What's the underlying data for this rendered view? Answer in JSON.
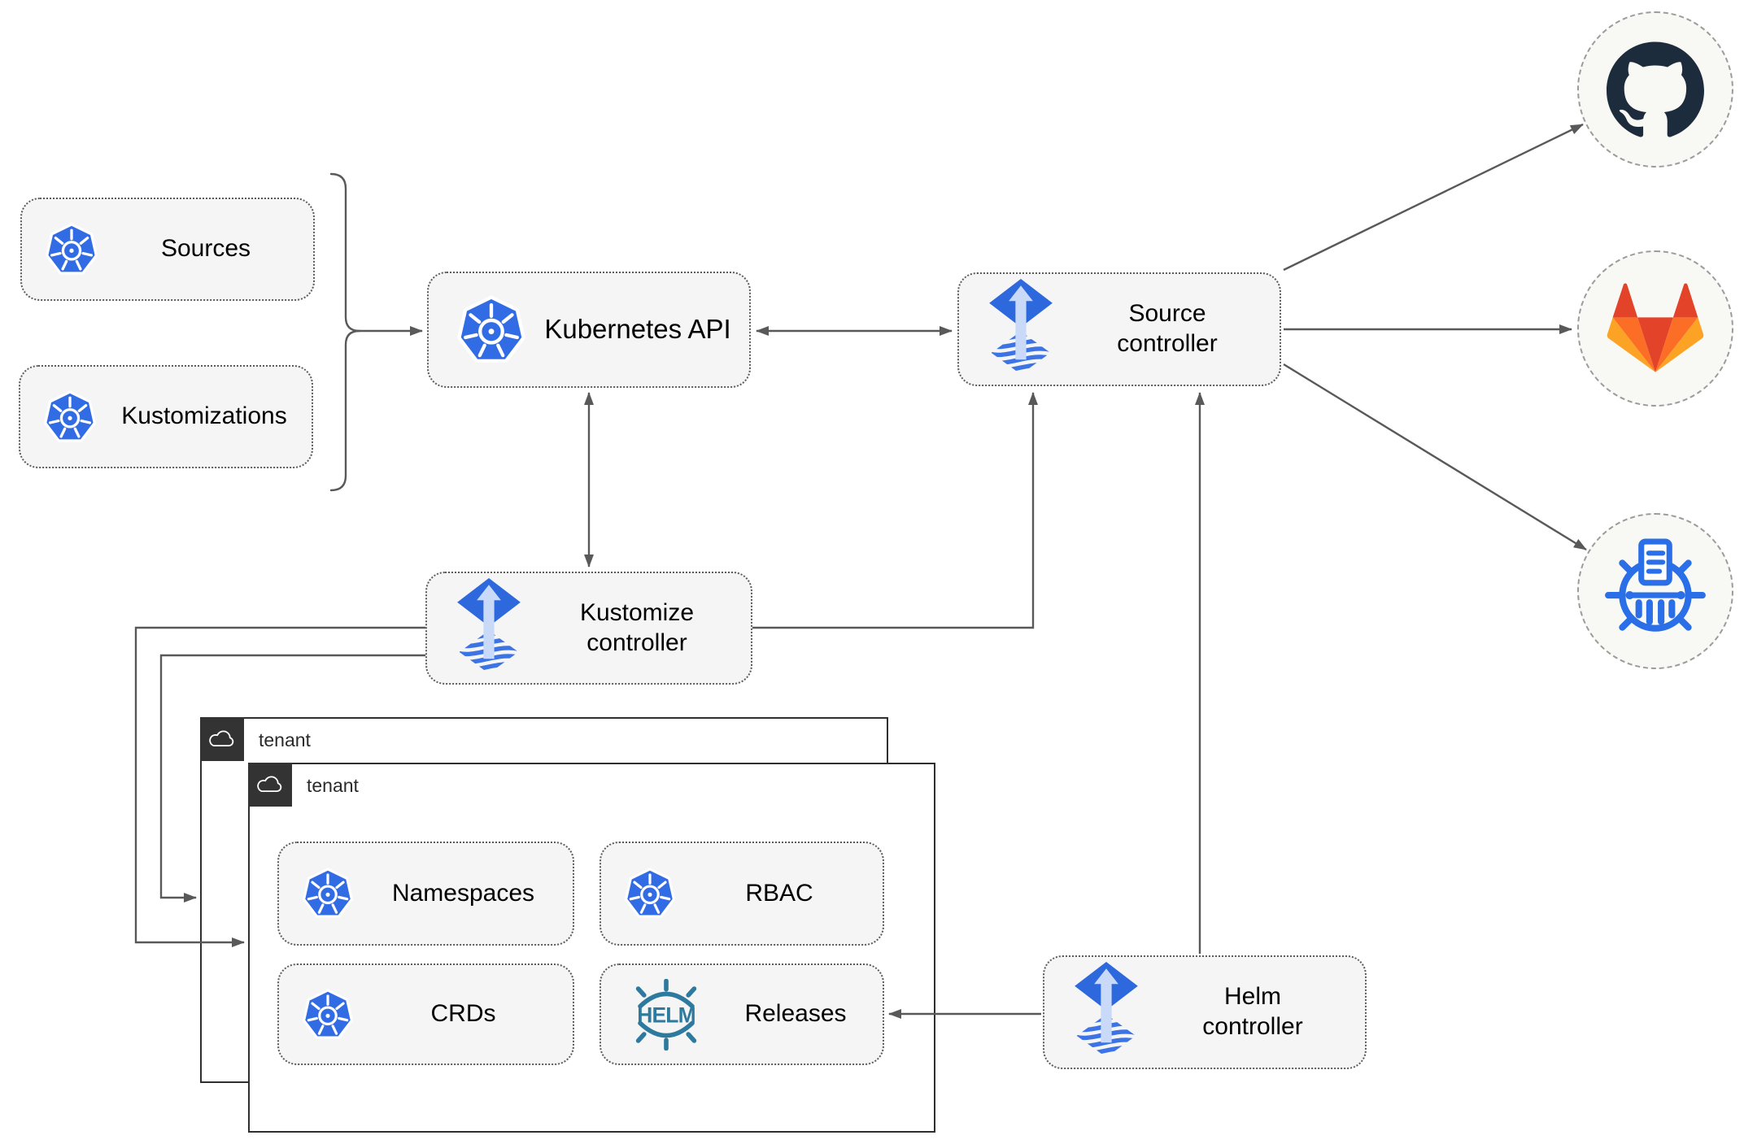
{
  "nodes": {
    "sources": {
      "label": "Sources",
      "icon": "kubernetes-icon"
    },
    "kustomizations": {
      "label": "Kustomizations",
      "icon": "kubernetes-icon"
    },
    "kubernetes_api": {
      "label": "Kubernetes API",
      "icon": "kubernetes-icon"
    },
    "source_controller": {
      "label": "Source controller",
      "icon": "flux-icon"
    },
    "kustomize_controller": {
      "label": "Kustomize controller",
      "icon": "flux-icon"
    },
    "helm_controller": {
      "label": "Helm controller",
      "icon": "flux-icon"
    },
    "namespaces": {
      "label": "Namespaces",
      "icon": "kubernetes-icon"
    },
    "rbac": {
      "label": "RBAC",
      "icon": "kubernetes-icon"
    },
    "crds": {
      "label": "CRDs",
      "icon": "kubernetes-icon"
    },
    "releases": {
      "label": "Releases",
      "icon": "helm-icon",
      "icon_text": "HELM"
    }
  },
  "containers": {
    "tenant_outer": {
      "label": "tenant",
      "icon": "cloud-icon"
    },
    "tenant_inner": {
      "label": "tenant",
      "icon": "cloud-icon"
    }
  },
  "endpoints": {
    "github": {
      "icon": "github-icon"
    },
    "gitlab": {
      "icon": "gitlab-icon"
    },
    "registry": {
      "icon": "harbor-registry-icon"
    }
  },
  "connections": [
    {
      "from": "sources+kustomizations",
      "to": "kubernetes_api",
      "type": "arrow"
    },
    {
      "from": "kubernetes_api",
      "to": "source_controller",
      "type": "bidirectional"
    },
    {
      "from": "kubernetes_api",
      "to": "kustomize_controller",
      "type": "bidirectional"
    },
    {
      "from": "kustomize_controller",
      "to": "source_controller",
      "type": "arrow"
    },
    {
      "from": "helm_controller",
      "to": "source_controller",
      "type": "arrow"
    },
    {
      "from": "source_controller",
      "to": "github",
      "type": "arrow"
    },
    {
      "from": "source_controller",
      "to": "gitlab",
      "type": "arrow"
    },
    {
      "from": "source_controller",
      "to": "registry",
      "type": "arrow"
    },
    {
      "from": "helm_controller",
      "to": "releases",
      "type": "arrow"
    },
    {
      "from": "kustomize_controller",
      "to": "tenant_outer",
      "type": "arrow"
    },
    {
      "from": "kustomize_controller",
      "to": "tenant_inner",
      "type": "arrow"
    }
  ],
  "colors": {
    "kubernetes_blue": "#326ce5",
    "flux_blue": "#2e68dd",
    "flux_arrow_light": "#c9daf8",
    "helm_teal": "#2d7a9e",
    "harbor_blue": "#2a6fe8",
    "github_dark": "#1d2c3c",
    "gitlab_red": "#e24329",
    "gitlab_orange": "#fc6d26",
    "gitlab_yellow": "#fca326",
    "connector_gray": "#595959",
    "node_fill": "#f5f5f5",
    "tenant_badge": "#333333"
  }
}
